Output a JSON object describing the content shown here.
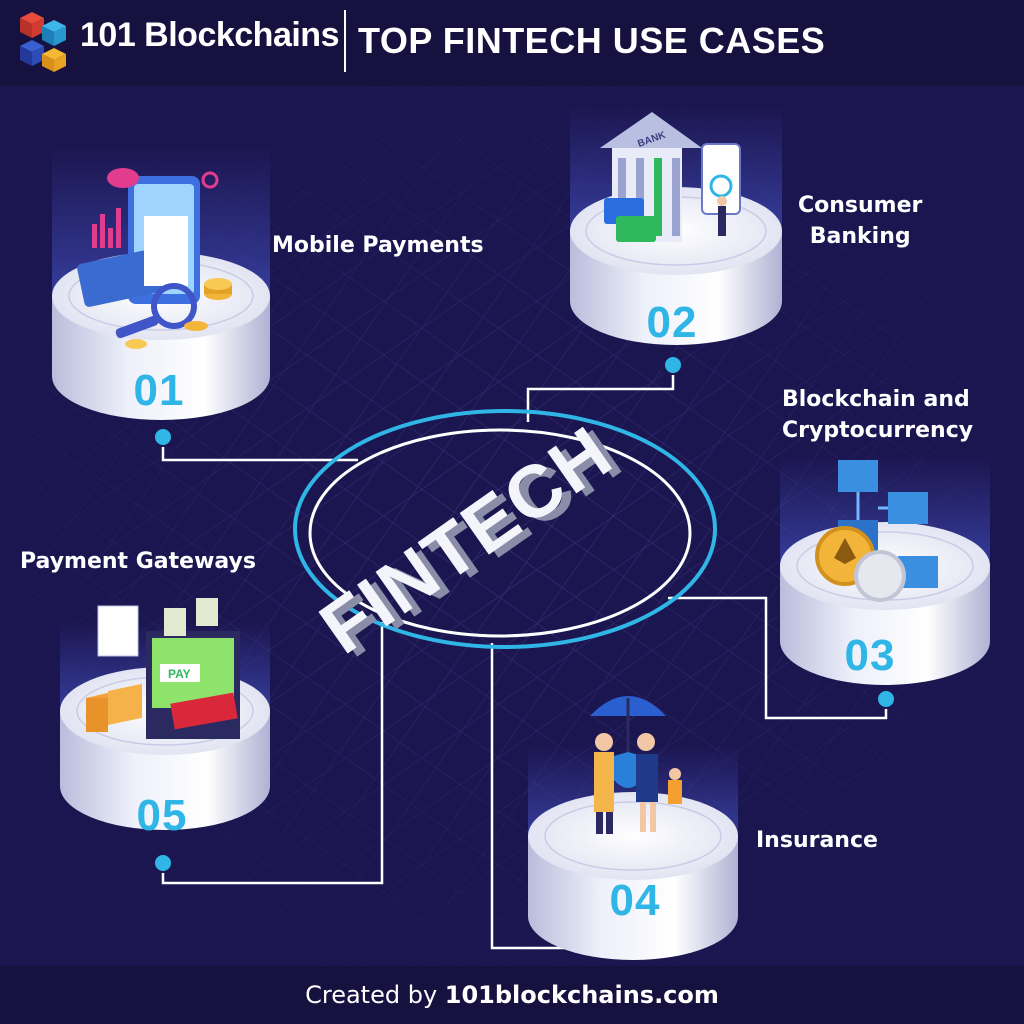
{
  "header": {
    "brand": "101 Blockchains",
    "title": "TOP FINTECH USE CASES"
  },
  "center": {
    "label": "FINTECH"
  },
  "use_cases": [
    {
      "number": "01",
      "label": "Mobile Payments"
    },
    {
      "number": "02",
      "label_line1": "Consumer",
      "label_line2": "Banking"
    },
    {
      "number": "03",
      "label_line1": "Blockchain and",
      "label_line2": "Cryptocurrency"
    },
    {
      "number": "04",
      "label": "Insurance"
    },
    {
      "number": "05",
      "label": "Payment Gateways"
    }
  ],
  "illustration_text": {
    "bank_sign": "BANK",
    "pay_sign": "PAY"
  },
  "footer": {
    "prefix": "Created by ",
    "site": "101blockchains.com"
  },
  "colors": {
    "background": "#1c1650",
    "accent": "#2fb6e6",
    "connector": "#ffffff"
  }
}
